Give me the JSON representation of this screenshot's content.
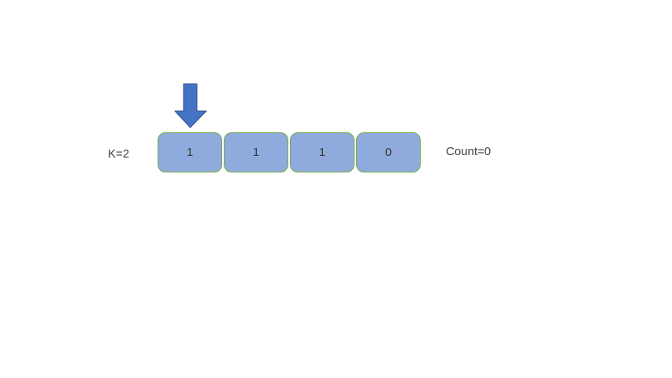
{
  "diagram": {
    "title": "array cells with pointer arrow",
    "k_label": "K=2",
    "count_label": "Count=0",
    "cells": [
      {
        "value": "1"
      },
      {
        "value": "1"
      },
      {
        "value": "1"
      },
      {
        "value": "0"
      }
    ],
    "arrow": {
      "direction": "down",
      "points_to_cell_index": 0
    },
    "colors": {
      "cell_fill": "#8faadc",
      "cell_border": "#70ad47",
      "arrow_fill": "#4472c4",
      "arrow_border": "#2f528f",
      "text": "#404040",
      "background": "#ffffff"
    }
  }
}
